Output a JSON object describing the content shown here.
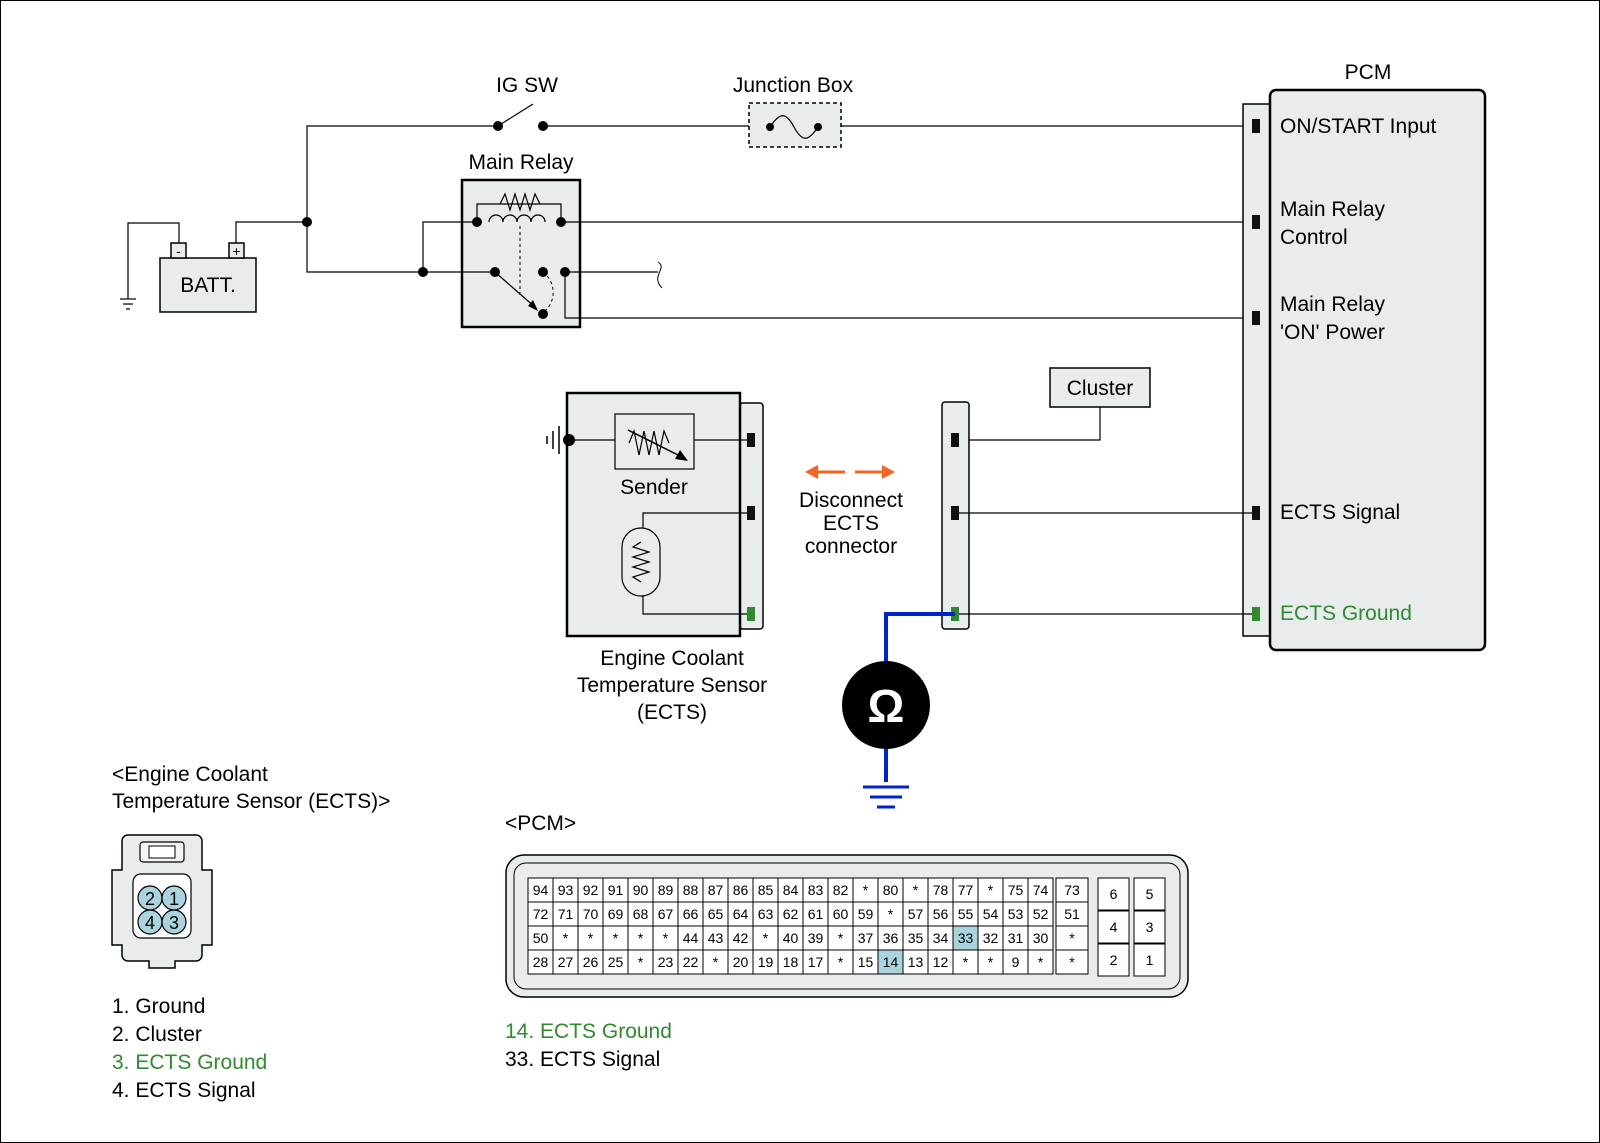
{
  "labels": {
    "ig_sw": "IG SW",
    "junction_box": "Junction Box",
    "main_relay": "Main Relay",
    "batt": "BATT.",
    "batt_minus": "-",
    "batt_plus": "+",
    "pcm": "PCM",
    "cluster": "Cluster",
    "sender": "Sender",
    "disconnect": [
      "Disconnect",
      "ECTS",
      "connector"
    ],
    "ects_sensor": [
      "Engine Coolant",
      "Temperature Sensor",
      "(ECTS)"
    ],
    "ohm": "Ω"
  },
  "pcm_pins": [
    {
      "line1": "ON/START Input",
      "line2": "",
      "highlight": false
    },
    {
      "line1": "Main Relay",
      "line2": "Control",
      "highlight": false
    },
    {
      "line1": "Main Relay",
      "line2": "'ON' Power",
      "highlight": false
    },
    {
      "line1": "ECTS Signal",
      "line2": "",
      "highlight": false
    },
    {
      "line1": "ECTS Ground",
      "line2": "",
      "highlight": true
    }
  ],
  "ects_connector": {
    "title": [
      "<Engine Coolant",
      "Temperature Sensor (ECTS)>"
    ],
    "pins_top": [
      "2",
      "1"
    ],
    "pins_bottom": [
      "4",
      "3"
    ],
    "legend": [
      {
        "text": "1. Ground",
        "highlight": false
      },
      {
        "text": "2. Cluster",
        "highlight": false
      },
      {
        "text": "3. ECTS Ground",
        "highlight": true
      },
      {
        "text": "4. ECTS Signal",
        "highlight": false
      }
    ]
  },
  "pcm_connector": {
    "title": "<PCM>",
    "rows": [
      [
        "94",
        "93",
        "92",
        "91",
        "90",
        "89",
        "88",
        "87",
        "86",
        "85",
        "84",
        "83",
        "82",
        "*",
        "80",
        "*",
        "78",
        "77",
        "*",
        "75",
        "74"
      ],
      [
        "72",
        "71",
        "70",
        "69",
        "68",
        "67",
        "66",
        "65",
        "64",
        "63",
        "62",
        "61",
        "60",
        "59",
        "*",
        "57",
        "56",
        "55",
        "54",
        "53",
        "52"
      ],
      [
        "50",
        "*",
        "*",
        "*",
        "*",
        "*",
        "44",
        "43",
        "42",
        "*",
        "40",
        "39",
        "*",
        "37",
        "36",
        "35",
        "34",
        "33",
        "32",
        "31",
        "30"
      ],
      [
        "28",
        "27",
        "26",
        "25",
        "*",
        "23",
        "22",
        "*",
        "20",
        "19",
        "18",
        "17",
        "*",
        "15",
        "14",
        "13",
        "12",
        "*",
        "*",
        "9",
        "*"
      ]
    ],
    "aux_column": [
      "73",
      "51",
      "*",
      "*"
    ],
    "right_block": [
      [
        "6",
        "5"
      ],
      [
        "4",
        "3"
      ],
      [
        "2",
        "1"
      ]
    ],
    "highlighted": [
      "33",
      "14"
    ],
    "legend": [
      {
        "text": "14. ECTS Ground",
        "highlight": true
      },
      {
        "text": "33. ECTS Signal",
        "highlight": false
      }
    ]
  },
  "colors": {
    "highlight_text": "#2e8b2e",
    "highlight_pin": "#a9d4de",
    "probe_wire": "#0022cc",
    "arrow": "#f26522",
    "ground_pin": "#2e8b2e"
  }
}
